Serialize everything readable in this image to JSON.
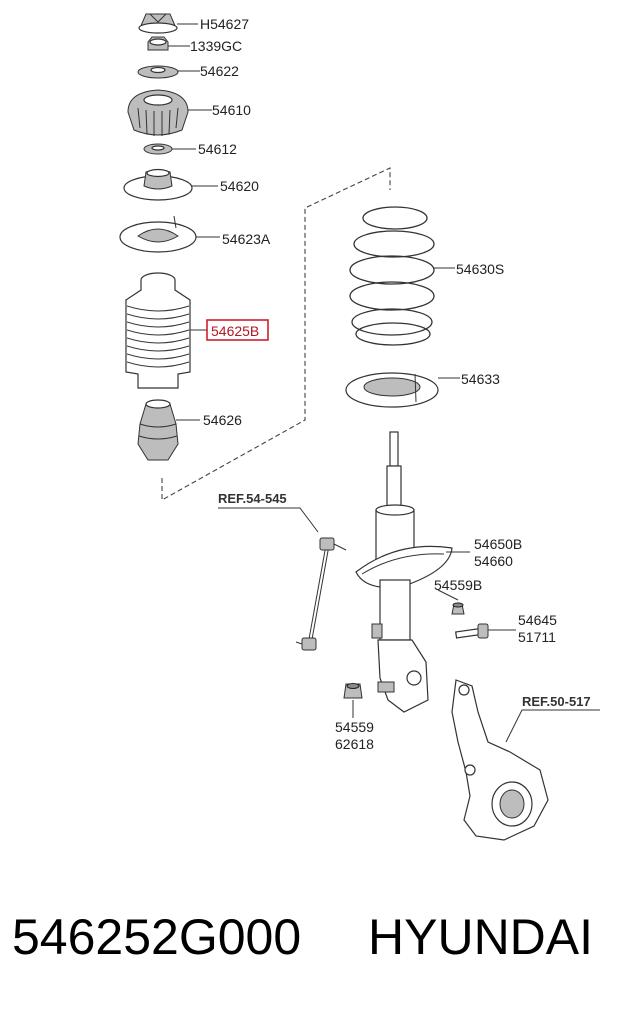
{
  "labels": {
    "h54627": "H54627",
    "p1339gc": "1339GC",
    "p54622": "54622",
    "p54610": "54610",
    "p54612": "54612",
    "p54620": "54620",
    "p54623a": "54623A",
    "p54625b": "54625B",
    "p54626": "54626",
    "p54630s": "54630S",
    "p54633": "54633",
    "ref54545": "REF.54-545",
    "p54650b": "54650B",
    "p54660": "54660",
    "p54559b": "54559B",
    "p54645": "54645",
    "p51711": "51711",
    "p54559": "54559",
    "p62618": "62618",
    "ref50517": "REF.50-517"
  },
  "highlight_color": "#d0202a",
  "footer": {
    "part_number": "546252G000",
    "brand": "HYUNDAI"
  }
}
